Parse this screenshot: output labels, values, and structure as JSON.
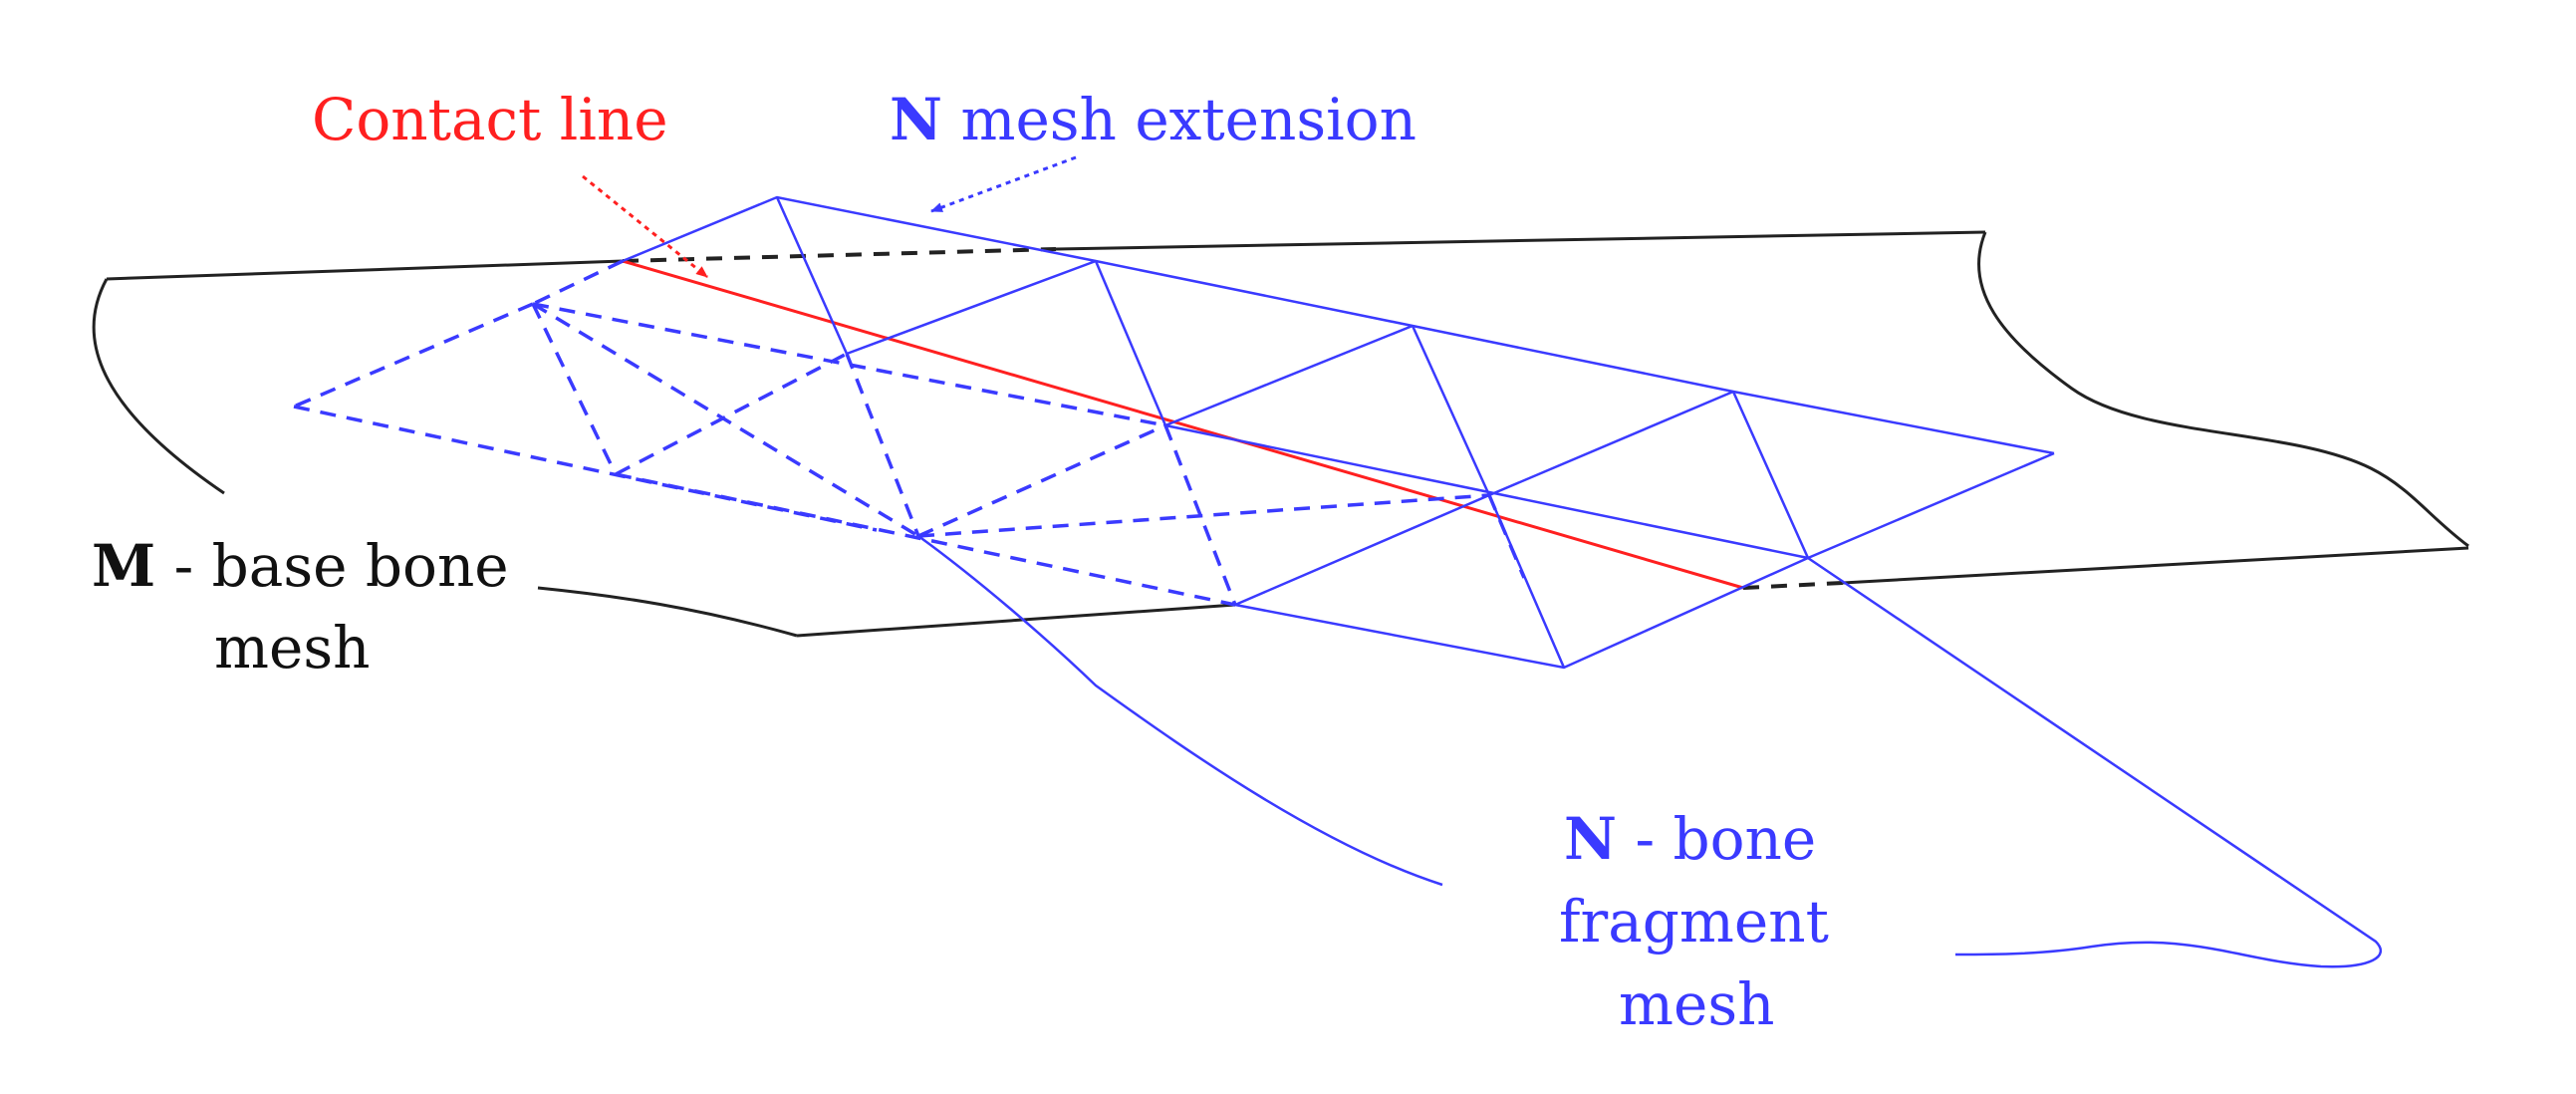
{
  "colors": {
    "contact": "#ff2020",
    "fragment": "#3a3aff",
    "base": "#222222",
    "background": "#ffffff"
  },
  "labels": {
    "contact_line": "Contact line",
    "mesh_extension_bold": "N",
    "mesh_extension_rest": " mesh extension",
    "base_mesh_bold": "M",
    "base_mesh_rest": " - base bone",
    "base_mesh_line2": "mesh",
    "fragment_bold": "N",
    "fragment_rest": " - bone",
    "fragment_line2": "fragment",
    "fragment_line3": "mesh"
  }
}
